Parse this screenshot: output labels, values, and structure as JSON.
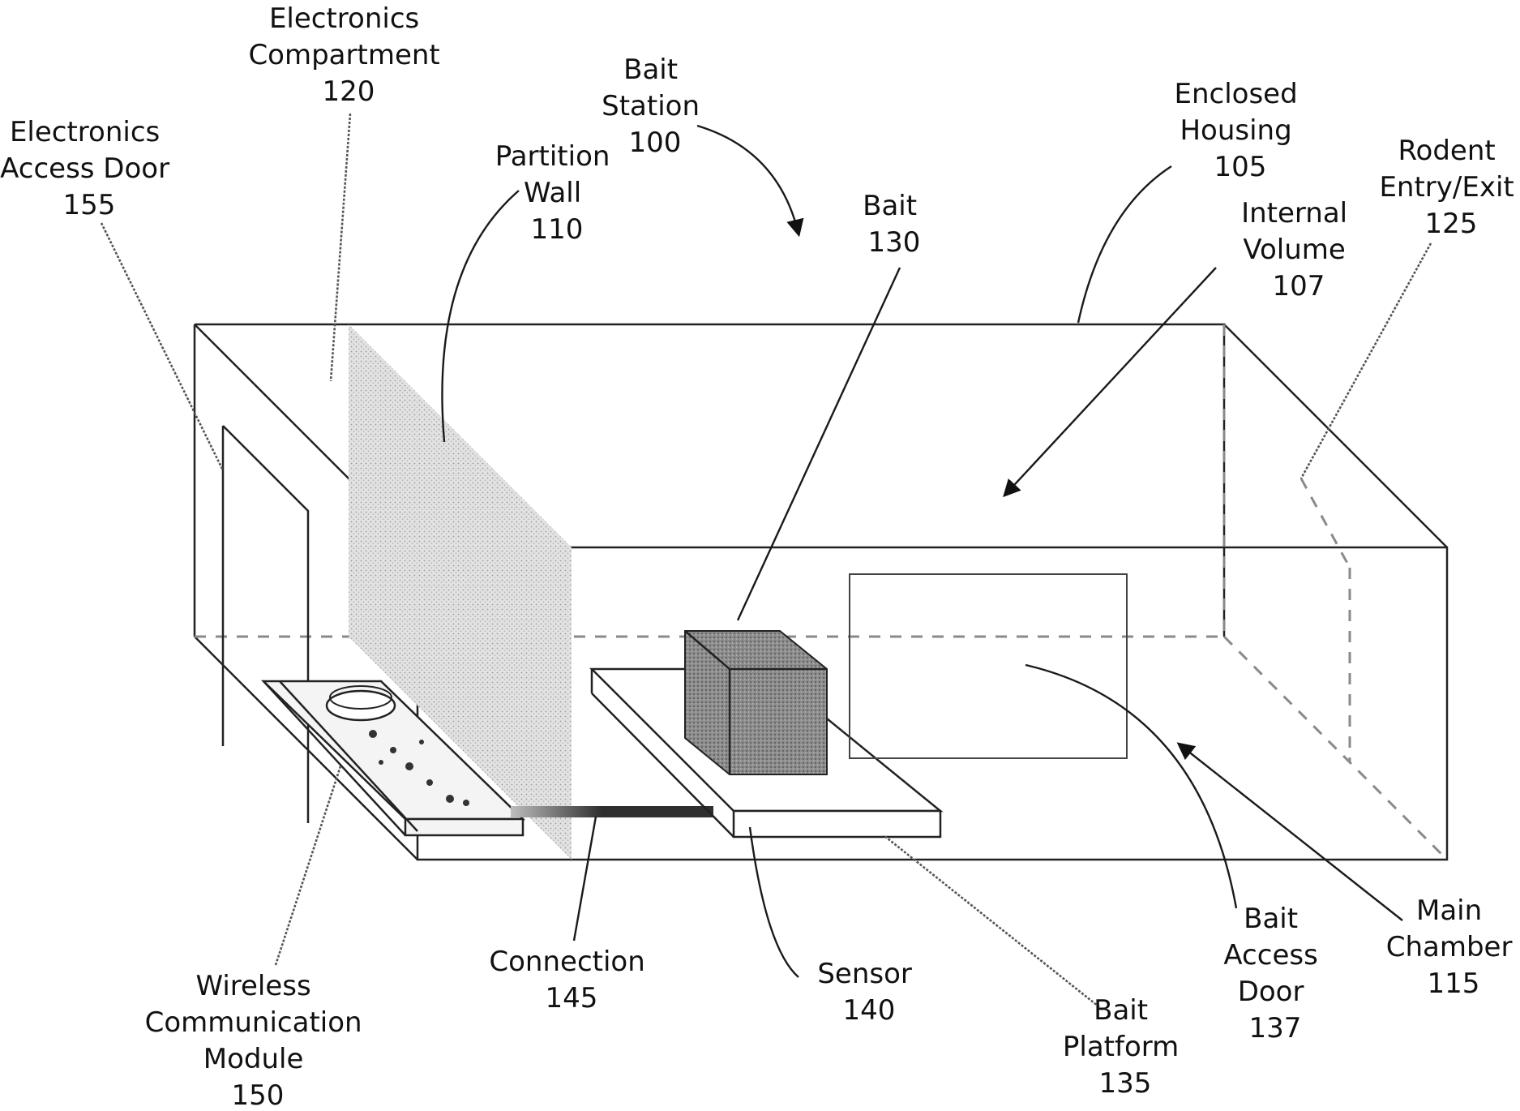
{
  "labels": {
    "electronics_compartment": [
      "Electronics",
      "Compartment",
      "120"
    ],
    "electronics_access_door": [
      "Electronics",
      "Access Door",
      "155"
    ],
    "bait_station": [
      "Bait",
      "Station",
      "100"
    ],
    "partition_wall": [
      "Partition",
      "Wall",
      "110"
    ],
    "bait": [
      "Bait",
      "130"
    ],
    "enclosed_housing": [
      "Enclosed",
      "Housing",
      "105"
    ],
    "internal_volume": [
      "Internal",
      "Volume",
      "107"
    ],
    "rodent_entry_exit": [
      "Rodent",
      "Entry/Exit",
      "125"
    ],
    "wireless_module": [
      "Wireless",
      "Communication",
      "Module",
      "150"
    ],
    "connection": [
      "Connection",
      "145"
    ],
    "sensor": [
      "Sensor",
      "140"
    ],
    "bait_platform": [
      "Bait",
      "Platform",
      "135"
    ],
    "bait_access_door": [
      "Bait",
      "Access",
      "Door",
      "137"
    ],
    "main_chamber": [
      "Main",
      "Chamber",
      "115"
    ]
  },
  "colors": {
    "line": "#222222",
    "hidden_line": "#8a8a8a",
    "partition_fill": "#d9d9d9",
    "bait_fill": "#8c8c8c",
    "connection_fill": "#3a3a3a"
  }
}
